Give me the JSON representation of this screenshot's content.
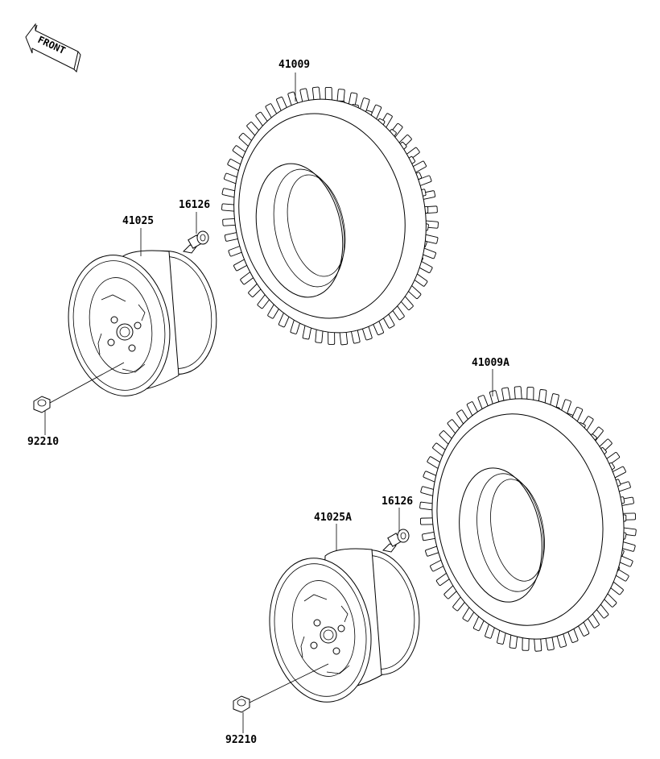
{
  "front_marker": {
    "text": "FRONT"
  },
  "parts": {
    "front_tire": "41009",
    "front_wheel": "41025",
    "front_valve": "16126",
    "front_nut": "92210",
    "rear_tire": "41009A",
    "rear_wheel": "41025A",
    "rear_valve": "16126",
    "rear_nut": "92210"
  },
  "colors": {
    "line": "#000000",
    "background": "#ffffff"
  }
}
